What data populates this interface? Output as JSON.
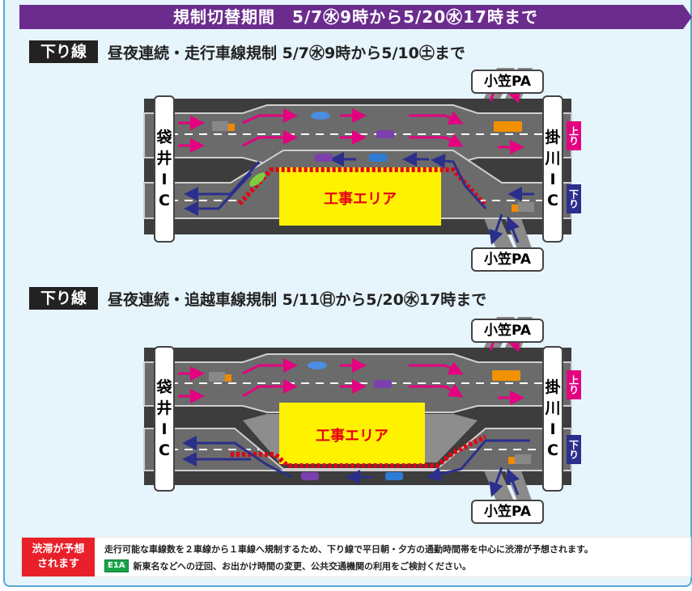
{
  "banner": {
    "text": "規制切替期間　5/7㊌9時から5/20㊌17時まで"
  },
  "section1": {
    "direction": "下り線",
    "title": "昼夜連続・走行車線規制 5/7㊌9時から5/10㊏まで"
  },
  "section2": {
    "direction": "下り線",
    "title": "昼夜連続・追越車線規制 5/11㊐から5/20㊌17時まで"
  },
  "labels": {
    "left_ic": [
      "袋",
      "井",
      "I",
      "C"
    ],
    "right_ic": [
      "掛",
      "川",
      "I",
      "C"
    ],
    "up": "上り",
    "down": "下り",
    "pa": "小笠PA",
    "work_area": "工事エリア"
  },
  "note": {
    "badge": [
      "渋滞が予想",
      "されます"
    ],
    "line1": "走行可能な車線数を２車線から１車線へ規制するため、下り線で平日朝・夕方の通勤時間帯を中心に渋滞が予想されます。",
    "e1a": "E1A",
    "line2": "新東名などへの迂回、お出かけ時間の変更、公共交通機関の利用をご検討ください。"
  },
  "colors": {
    "banner": "#6b2c8e",
    "up_lane": "#e4007f",
    "down_lane": "#2b2f8c",
    "work": "#fff200",
    "cone": "#e60012",
    "road": "#666666"
  }
}
